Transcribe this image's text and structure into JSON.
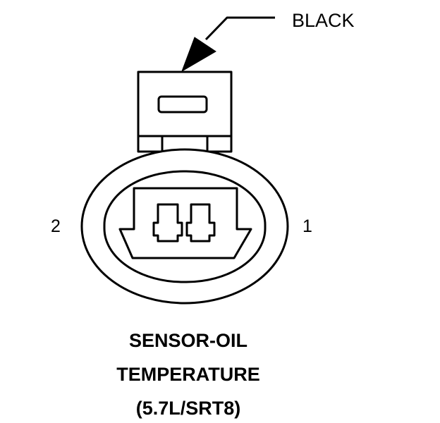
{
  "callout": {
    "label": "BLACK"
  },
  "pins": {
    "left": "2",
    "right": "1"
  },
  "title": {
    "line1": "SENSOR-OIL",
    "line2": "TEMPERATURE",
    "line3": "(5.7L/SRT8)"
  },
  "colors": {
    "line": "#000000",
    "background": "#ffffff"
  }
}
